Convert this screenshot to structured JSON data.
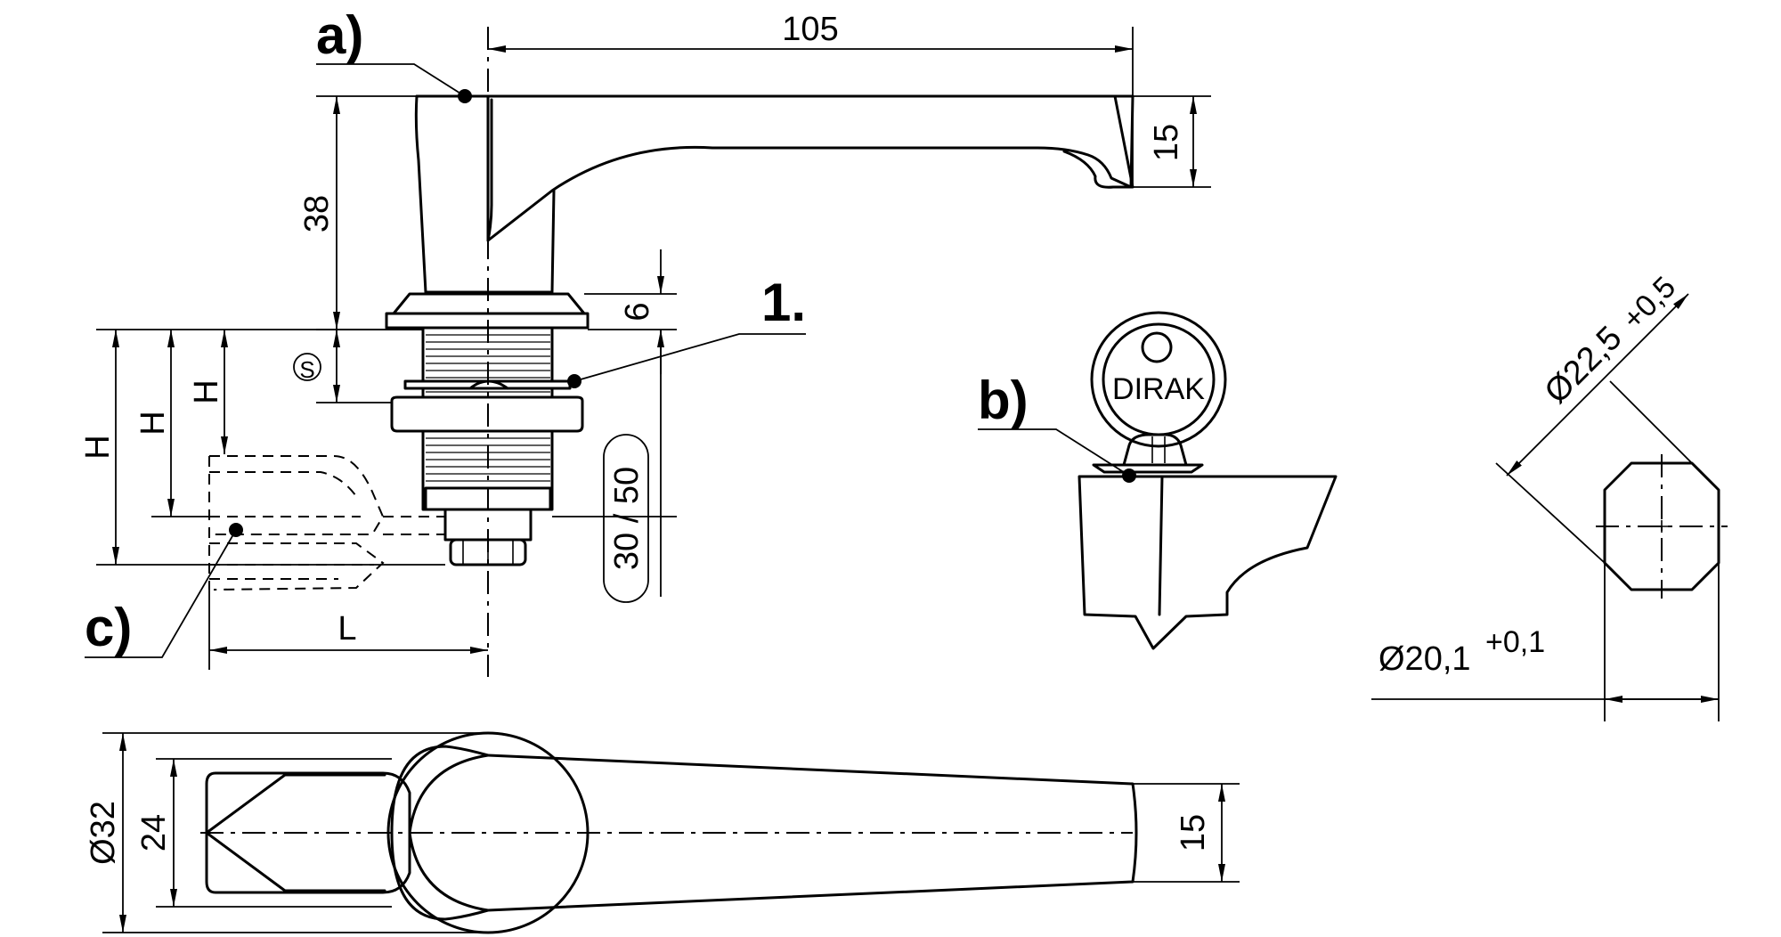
{
  "labels": {
    "a": "a)",
    "b": "b)",
    "c": "c)",
    "one": "1."
  },
  "dimensions": {
    "length_105": "105",
    "height_15_top": "15",
    "height_38": "38",
    "dim_6": "6",
    "s_mark": "S",
    "h1": "H",
    "h2": "H",
    "h3": "H",
    "l": "L",
    "range_30_50": "30 / 50",
    "dia_32": "Ø32",
    "width_24": "24",
    "width_15_bottom": "15",
    "dia_22_5": "Ø22,5",
    "tol_22_5": "+0,5",
    "dia_20_1": "Ø20,1",
    "tol_20_1": "+0,1"
  },
  "key_brand": "DIRAK"
}
